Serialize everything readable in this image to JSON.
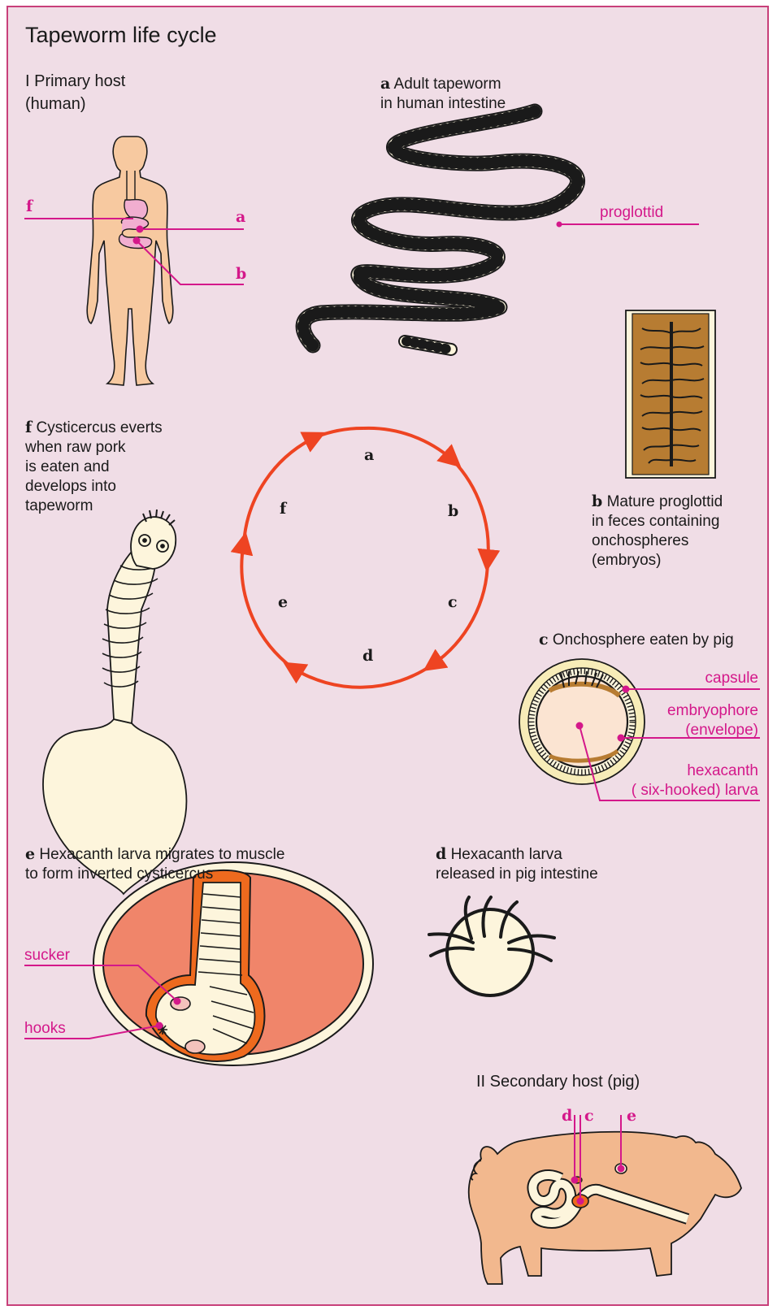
{
  "title": "Tapeworm life cycle",
  "primary_host": {
    "line1": "I Primary host",
    "line2": "(human)"
  },
  "secondary_host": "II Secondary host (pig)",
  "stages": {
    "a": {
      "key": "a",
      "text": "Adult tapeworm",
      "text2": "in human intestine"
    },
    "b": {
      "key": "b",
      "text": "Mature proglottid",
      "lines": [
        "in feces containing",
        "onchospheres",
        "(embryos)"
      ]
    },
    "c": {
      "key": "c",
      "text": "Onchosphere eaten by pig"
    },
    "d": {
      "key": "d",
      "text": "Hexacanth larva",
      "text2": "released in pig intestine"
    },
    "e": {
      "key": "e",
      "text": "Hexacanth larva migrates to muscle",
      "text2": "to form inverted cysticercus"
    },
    "f": {
      "key": "f",
      "text": "Cysticercus everts",
      "lines": [
        "when raw pork",
        "is eaten and",
        "develops into",
        "tapeworm"
      ]
    }
  },
  "cycle_letters": {
    "a": "a",
    "b": "b",
    "c": "c",
    "d": "d",
    "e": "e",
    "f": "f"
  },
  "callouts": {
    "proglottid": "proglottid",
    "capsule": "capsule",
    "embryophore": "embryophore",
    "envelope": "(envelope)",
    "hexacanth": "hexacanth",
    "six_hooked": "( six-hooked) larva",
    "sucker": "sucker",
    "hooks": "hooks"
  },
  "human_labels": {
    "f": "f",
    "a": "a",
    "b": "b"
  },
  "pig_labels": {
    "d": "d",
    "c": "c",
    "e": "e"
  },
  "colors": {
    "background": "#f0dde6",
    "border": "#c8407a",
    "callout_magenta": "#d4188a",
    "cycle_red": "#ee4422",
    "skin": "#f7c9a0",
    "worm": "#fdf5dc",
    "muscle": "#f0856a",
    "pig": "#f2b88e",
    "proglottid_brown": "#b77c32"
  }
}
